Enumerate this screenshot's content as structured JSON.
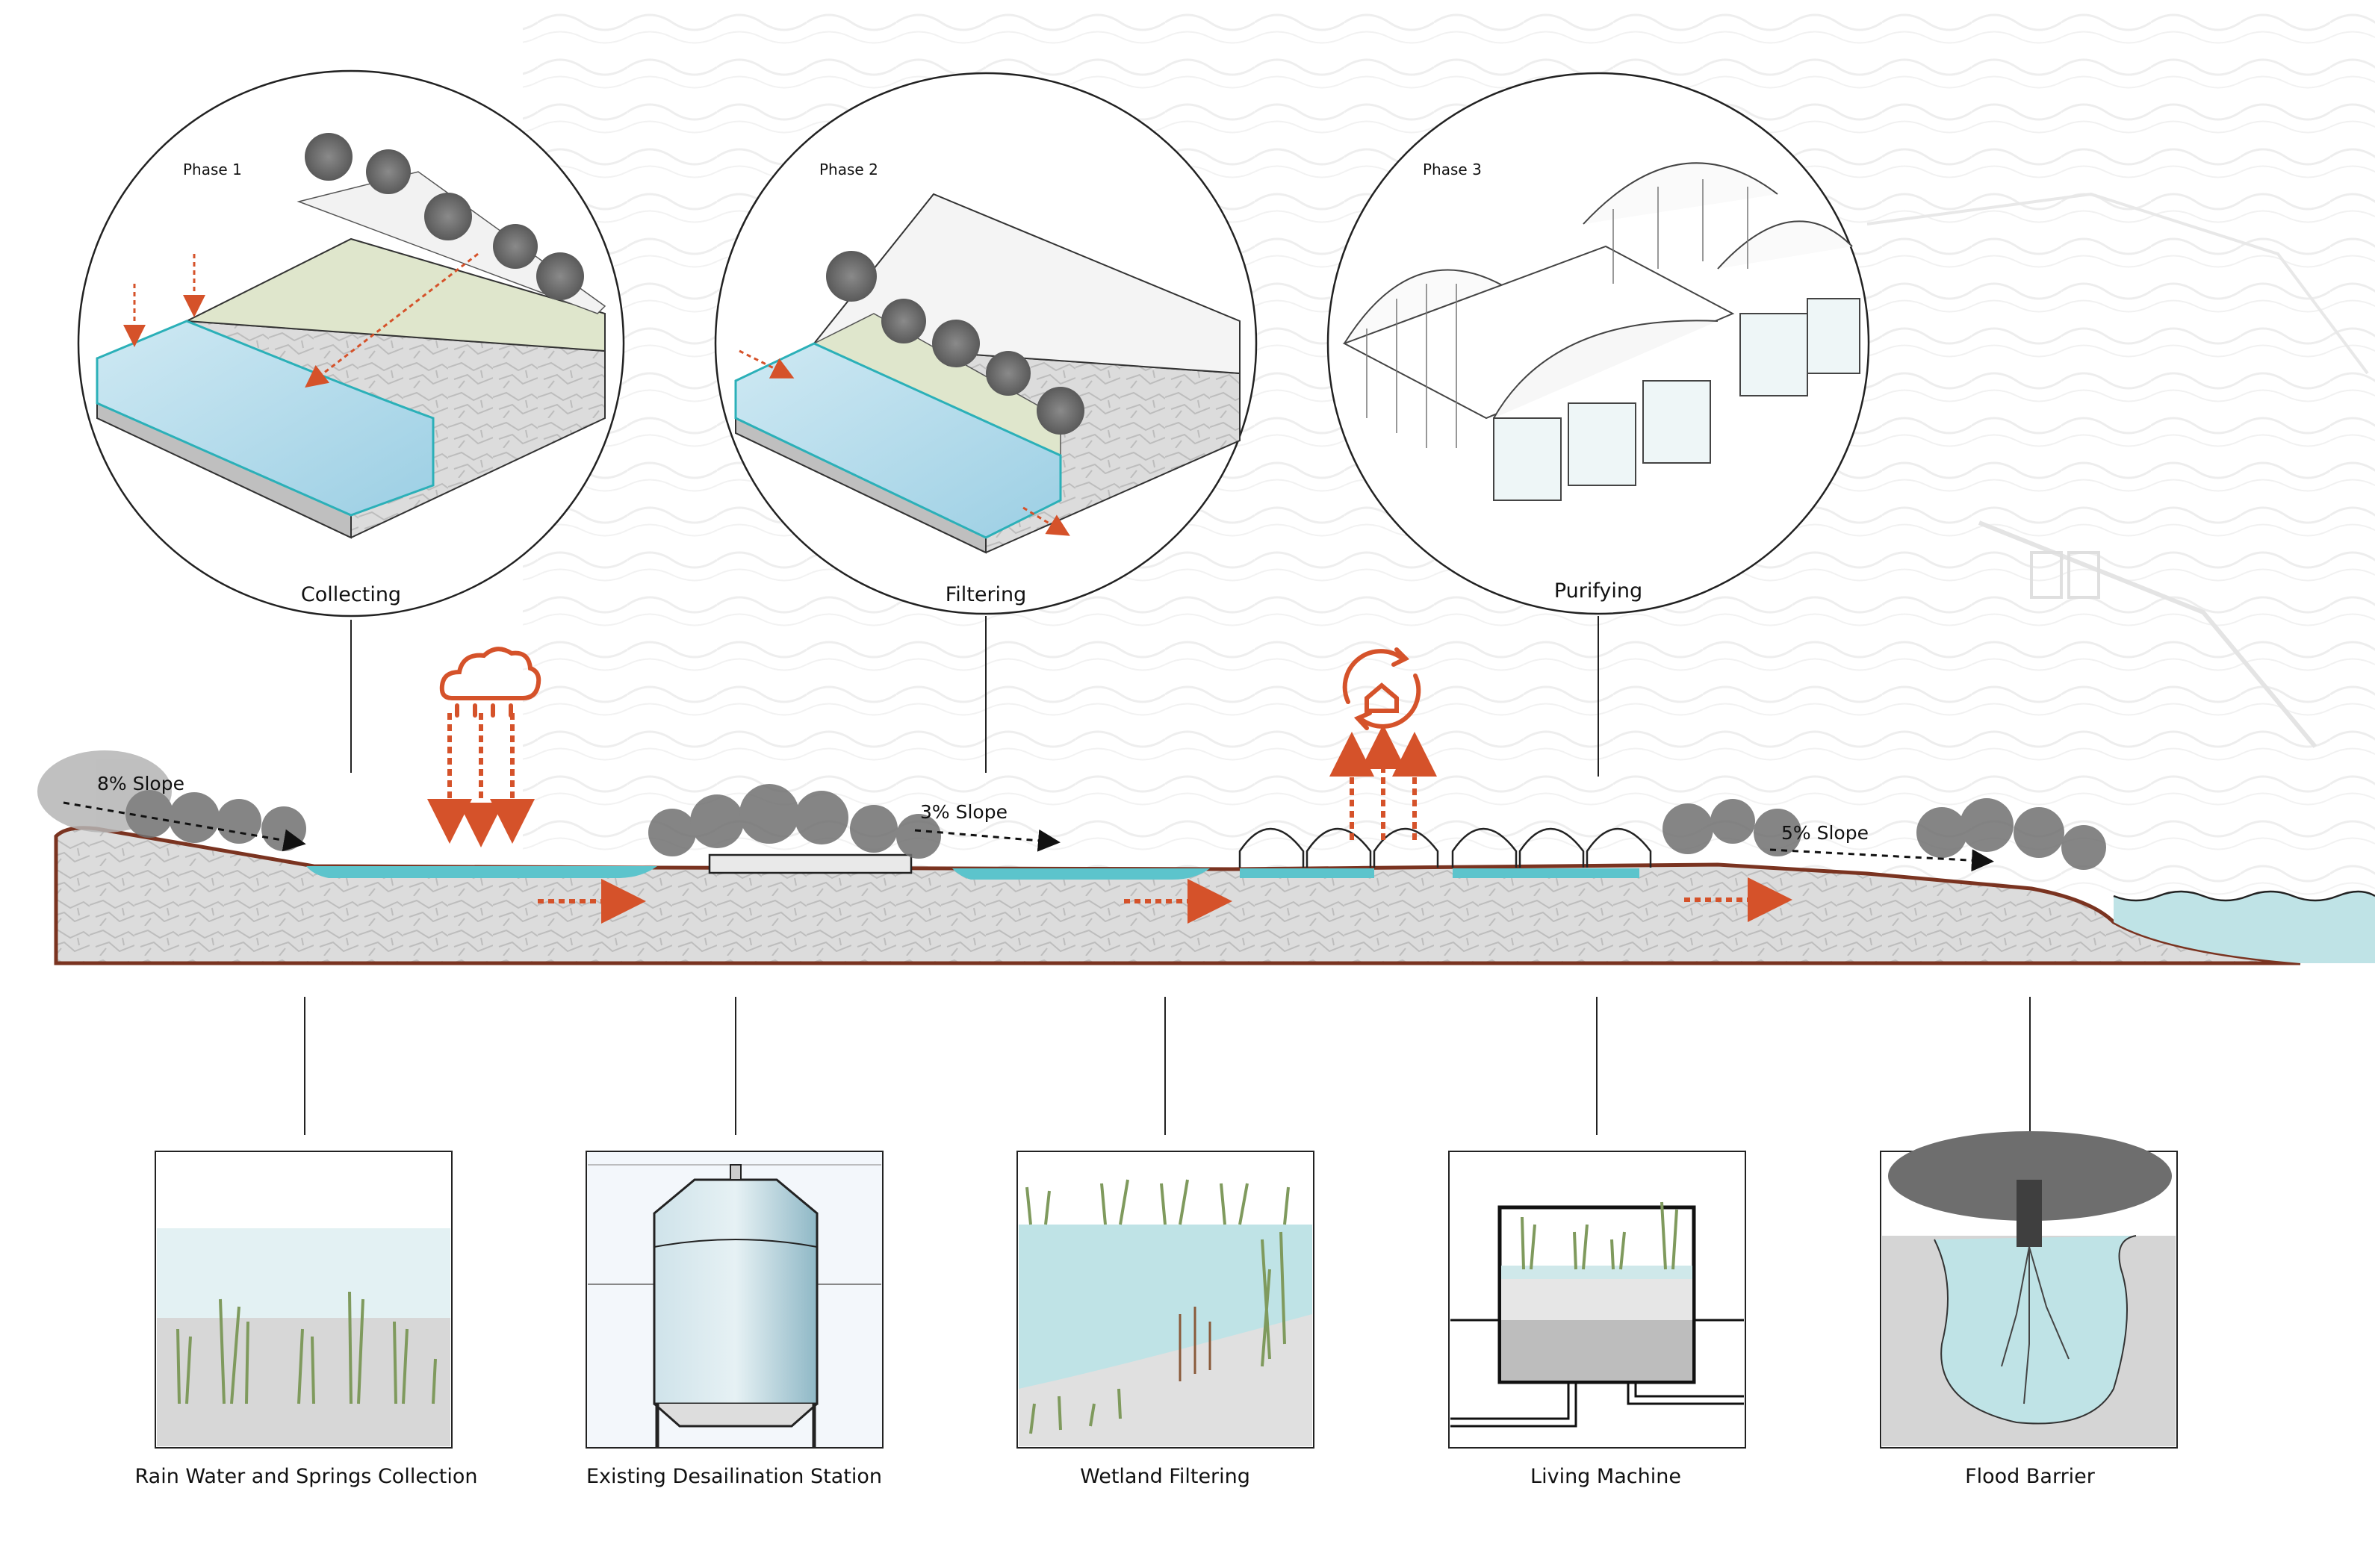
{
  "phases": [
    {
      "tag": "Phase 1",
      "name": "Collecting"
    },
    {
      "tag": "Phase 2",
      "name": "Filtering"
    },
    {
      "tag": "Phase 3",
      "name": "Purifying"
    }
  ],
  "slopes": [
    "8% Slope",
    "3% Slope",
    "5% Slope"
  ],
  "systems": [
    {
      "name": "Rain Water and Springs Collection"
    },
    {
      "name": "Existing Desailination Station"
    },
    {
      "name": "Wetland Filtering"
    },
    {
      "name": "Living Machine"
    },
    {
      "name": "Flood Barrier"
    }
  ],
  "colors": {
    "accent_arrow": "#d5522a",
    "water": "#5cc4cc",
    "water_light": "#bfe3e6",
    "ground_line": "#7a3320",
    "rock": "#d9d9d9",
    "vegetation": "#7f9a5d"
  },
  "icons": {
    "rain": "rain-cloud-icon",
    "recycle": "recycle-house-icon"
  }
}
